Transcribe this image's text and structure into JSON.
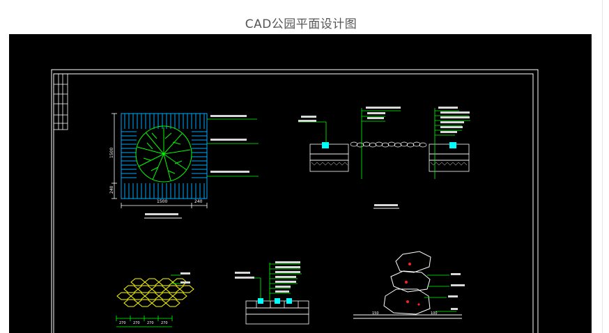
{
  "page": {
    "title": "CAD公园平面设计图"
  },
  "colors": {
    "background": "#000000",
    "frame": "#ffffff",
    "leader": "#00ff00",
    "paving": "#00a8ff",
    "cyan_block": "#00ffff",
    "hex_pavers": "#ffff00",
    "stone_marks": "#ff2020",
    "canopy": "#00ff00"
  },
  "drawing": {
    "dimensions": {
      "tree_width": "1500",
      "tree_edge": "240",
      "tree_height": "1500",
      "tree_small": "240",
      "hex_1": "270",
      "hex_2": "270",
      "hex_3": "270",
      "hex_4": "270",
      "rock_1": "150",
      "rock_2": "100"
    }
  }
}
